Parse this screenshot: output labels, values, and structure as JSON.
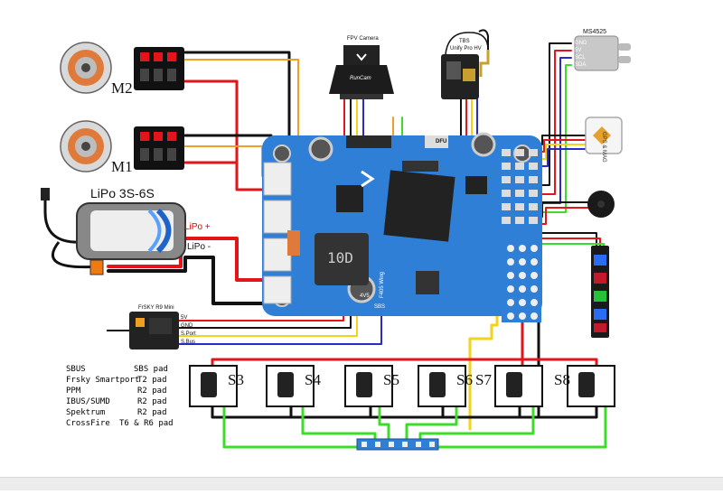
{
  "motors": [
    {
      "label": "M2"
    },
    {
      "label": "M1"
    }
  ],
  "battery": {
    "title": "LiPo 3S-6S",
    "pos_label": "LiPo +",
    "neg_label": "LiPo -"
  },
  "camera": {
    "title": "FPV Camera",
    "brand": "RunCam"
  },
  "vtx": {
    "title_line1": "TBS",
    "title_line2": "Unify Pro HV"
  },
  "sensor": {
    "title": "MS4525",
    "pins": [
      "GND",
      "5V",
      "SCL",
      "SDA"
    ]
  },
  "gps": {
    "label": "GPS & MAG"
  },
  "fc": {
    "dfu_label": "DFU",
    "chip_label": "10D",
    "name_label": "F405 Wing",
    "pad_4v5": "4V5",
    "pad_sbs": "SBS"
  },
  "receiver": {
    "title": "FrSKY R9 Mini",
    "pins": [
      "5V",
      "GND",
      "S.Port",
      "S.Bus"
    ]
  },
  "servos": [
    {
      "label": "S3"
    },
    {
      "label": "S4"
    },
    {
      "label": "S5"
    },
    {
      "label": "S6"
    },
    {
      "label": "S7"
    },
    {
      "label": "S8"
    }
  ],
  "protocol_table": [
    {
      "protocol": "SBUS",
      "pad": "SBS pad"
    },
    {
      "protocol": "Frsky Smartport",
      "pad": "T2 pad"
    },
    {
      "protocol": "PPM",
      "pad": "R2 pad"
    },
    {
      "protocol": "IBUS/SUMD",
      "pad": "R2 pad"
    },
    {
      "protocol": "Spektrum",
      "pad": "R2 pad"
    },
    {
      "protocol": "CrossFire",
      "pad": "T6 & R6 pad"
    }
  ],
  "colors": {
    "board": "#2f7fd6",
    "red_wire": "#e3151a",
    "black_wire": "#111111",
    "yellow_wire": "#f2d21a",
    "green_wire": "#3ddc2a",
    "blue_wire": "#2a2ac4",
    "orange_wire": "#f0a020"
  }
}
